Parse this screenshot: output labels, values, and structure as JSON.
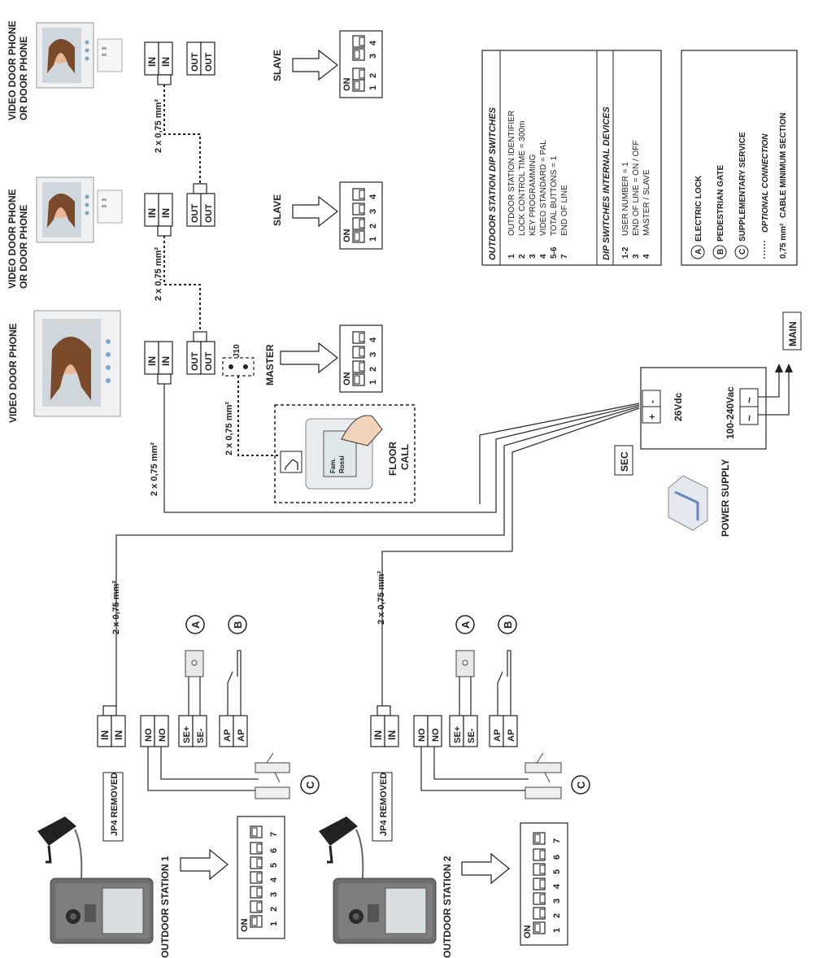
{
  "labels": {
    "vdp_top": [
      "VIDEO DOOR PHONE",
      "OR DOOR PHONE"
    ],
    "vdp_mid": [
      "VIDEO DOOR PHONE",
      "OR DOOR PHONE"
    ],
    "vdp_bottom": "VIDEO DOOR PHONE",
    "slave_1": "SLAVE",
    "slave_2": "SLAVE",
    "master": "MASTER",
    "j10": "J10",
    "floor_call": [
      "FLOOR",
      "CALL"
    ],
    "fam": [
      "Fam.",
      "Rossi"
    ],
    "sec": "SEC",
    "power_supply": "POWER SUPPLY",
    "v26": "26Vdc",
    "v100": "100-240Vac",
    "plus": "+",
    "minus": "-",
    "tilde": "~",
    "main": "MAIN",
    "jp4": "JP4 REMOVED",
    "outdoor_1": "OUTDOOR STATION 1",
    "outdoor_2": "OUTDOOR STATION 2",
    "on": "ON",
    "cable": "2 x 0,75 mm²",
    "terminals": {
      "in": "IN",
      "out": "OUT",
      "no": "NO",
      "se_plus": "SE+",
      "se_minus": "SE-",
      "ap": "AP"
    },
    "circles": {
      "a": "A",
      "b": "B",
      "c": "C"
    }
  },
  "dip_switch_numbers_4": [
    "1",
    "2",
    "3",
    "4"
  ],
  "dip_switch_numbers_7": [
    "1",
    "2",
    "3",
    "4",
    "5",
    "6",
    "7"
  ],
  "legend_dip": {
    "title": "OUTDOOR STATION DIP SWITCHES",
    "rows": [
      {
        "n": "1",
        "t": "OUTDOOR STATION IDENTIFIER"
      },
      {
        "n": "2",
        "t": "LOCK CONTROL TIME = 300m"
      },
      {
        "n": "3",
        "t": "KEY PROGRAMMING"
      },
      {
        "n": "4",
        "t": "VIDEO STANDARD = PAL"
      },
      {
        "n": "5-6",
        "t": "TOTAL BUTTONS = 1"
      },
      {
        "n": "7",
        "t": "END OF LINE"
      }
    ],
    "title2": "DIP SWITCHES INTERNAL DEVICES",
    "rows2": [
      {
        "n": "1-2",
        "t": "USER NUMBER = 1"
      },
      {
        "n": "3",
        "t": "END OF LINE = ON / OFF"
      },
      {
        "n": "4",
        "t": "MASTER / SLAVE"
      }
    ]
  },
  "legend_key": {
    "a": "ELECTRIC LOCK",
    "b": "PEDESTRIAN GATE",
    "c": "SUPPLEMENTARY SERVICE",
    "dash_text": "OPTIONAL CONNECTION",
    "section_value": "0,75 mm²",
    "section_text": "CABLE MINIMUM SECTION"
  },
  "colors": {
    "ink": "#222222",
    "photo_bg": "#cfd6dc",
    "skin": "#e8b896",
    "hair": "#7a4a2a",
    "panel": "#6d6d6d"
  }
}
